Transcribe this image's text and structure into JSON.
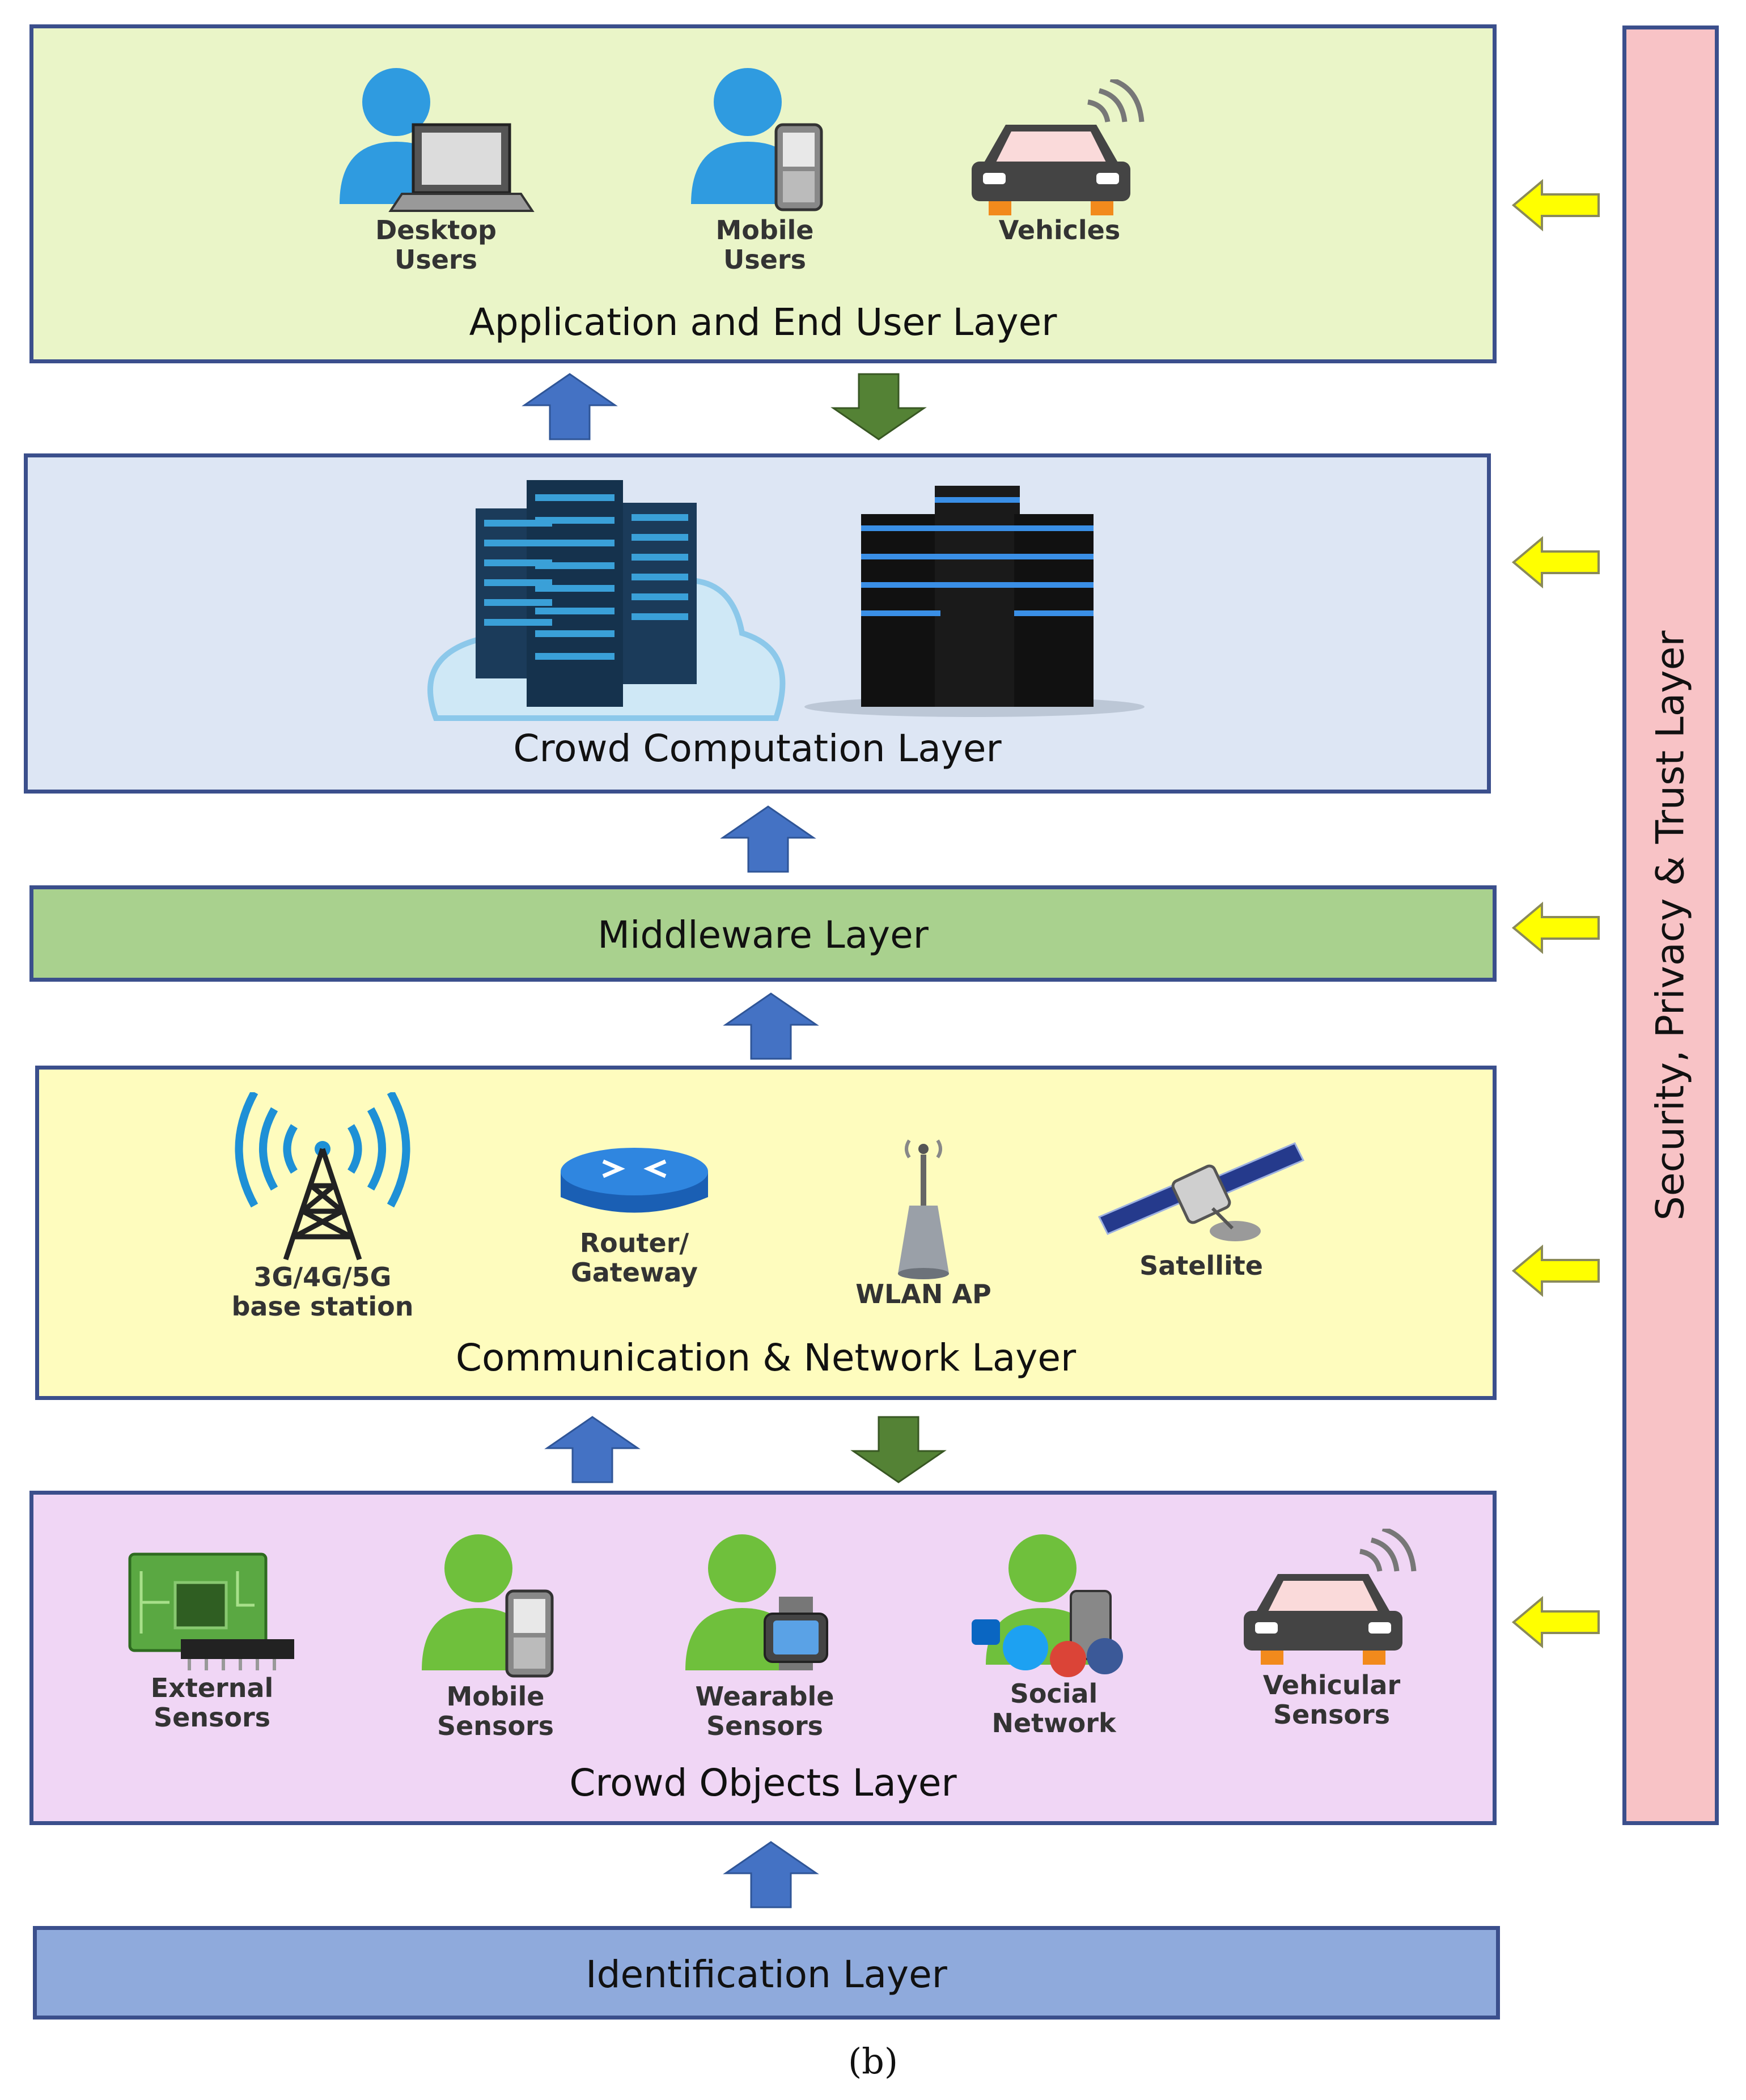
{
  "layers": {
    "application": {
      "title": "Application and End User Layer",
      "items": [
        "Desktop\nUsers",
        "Mobile\nUsers",
        "Vehicles"
      ]
    },
    "computation": {
      "title": "Crowd Computation Layer"
    },
    "middleware": {
      "title": "Middleware Layer"
    },
    "communication": {
      "title": "Communication & Network Layer",
      "items": [
        "3G/4G/5G\nbase station",
        "Router/\nGateway",
        "WLAN AP",
        "Satellite"
      ]
    },
    "objects": {
      "title": "Crowd Objects Layer",
      "items": [
        "External\nSensors",
        "Mobile\nSensors",
        "Wearable\nSensors",
        "Social\nNetwork",
        "Vehicular\nSensors"
      ]
    },
    "identification": {
      "title": "Identification Layer"
    }
  },
  "security": {
    "title": "Security, Privacy & Trust Layer"
  },
  "caption": "(b)",
  "colors": {
    "application": "#eaf5c8",
    "computation": "#dde6f4",
    "middleware": "#a9d18e",
    "communication": "#fefcbe",
    "objects": "#f0d6f5",
    "identification": "#8faadc",
    "security": "#f8c3c6",
    "border": "#3b4f8c",
    "arrow_up": "#4472c4",
    "arrow_down": "#548235",
    "side_arrow": "#ffff00"
  }
}
